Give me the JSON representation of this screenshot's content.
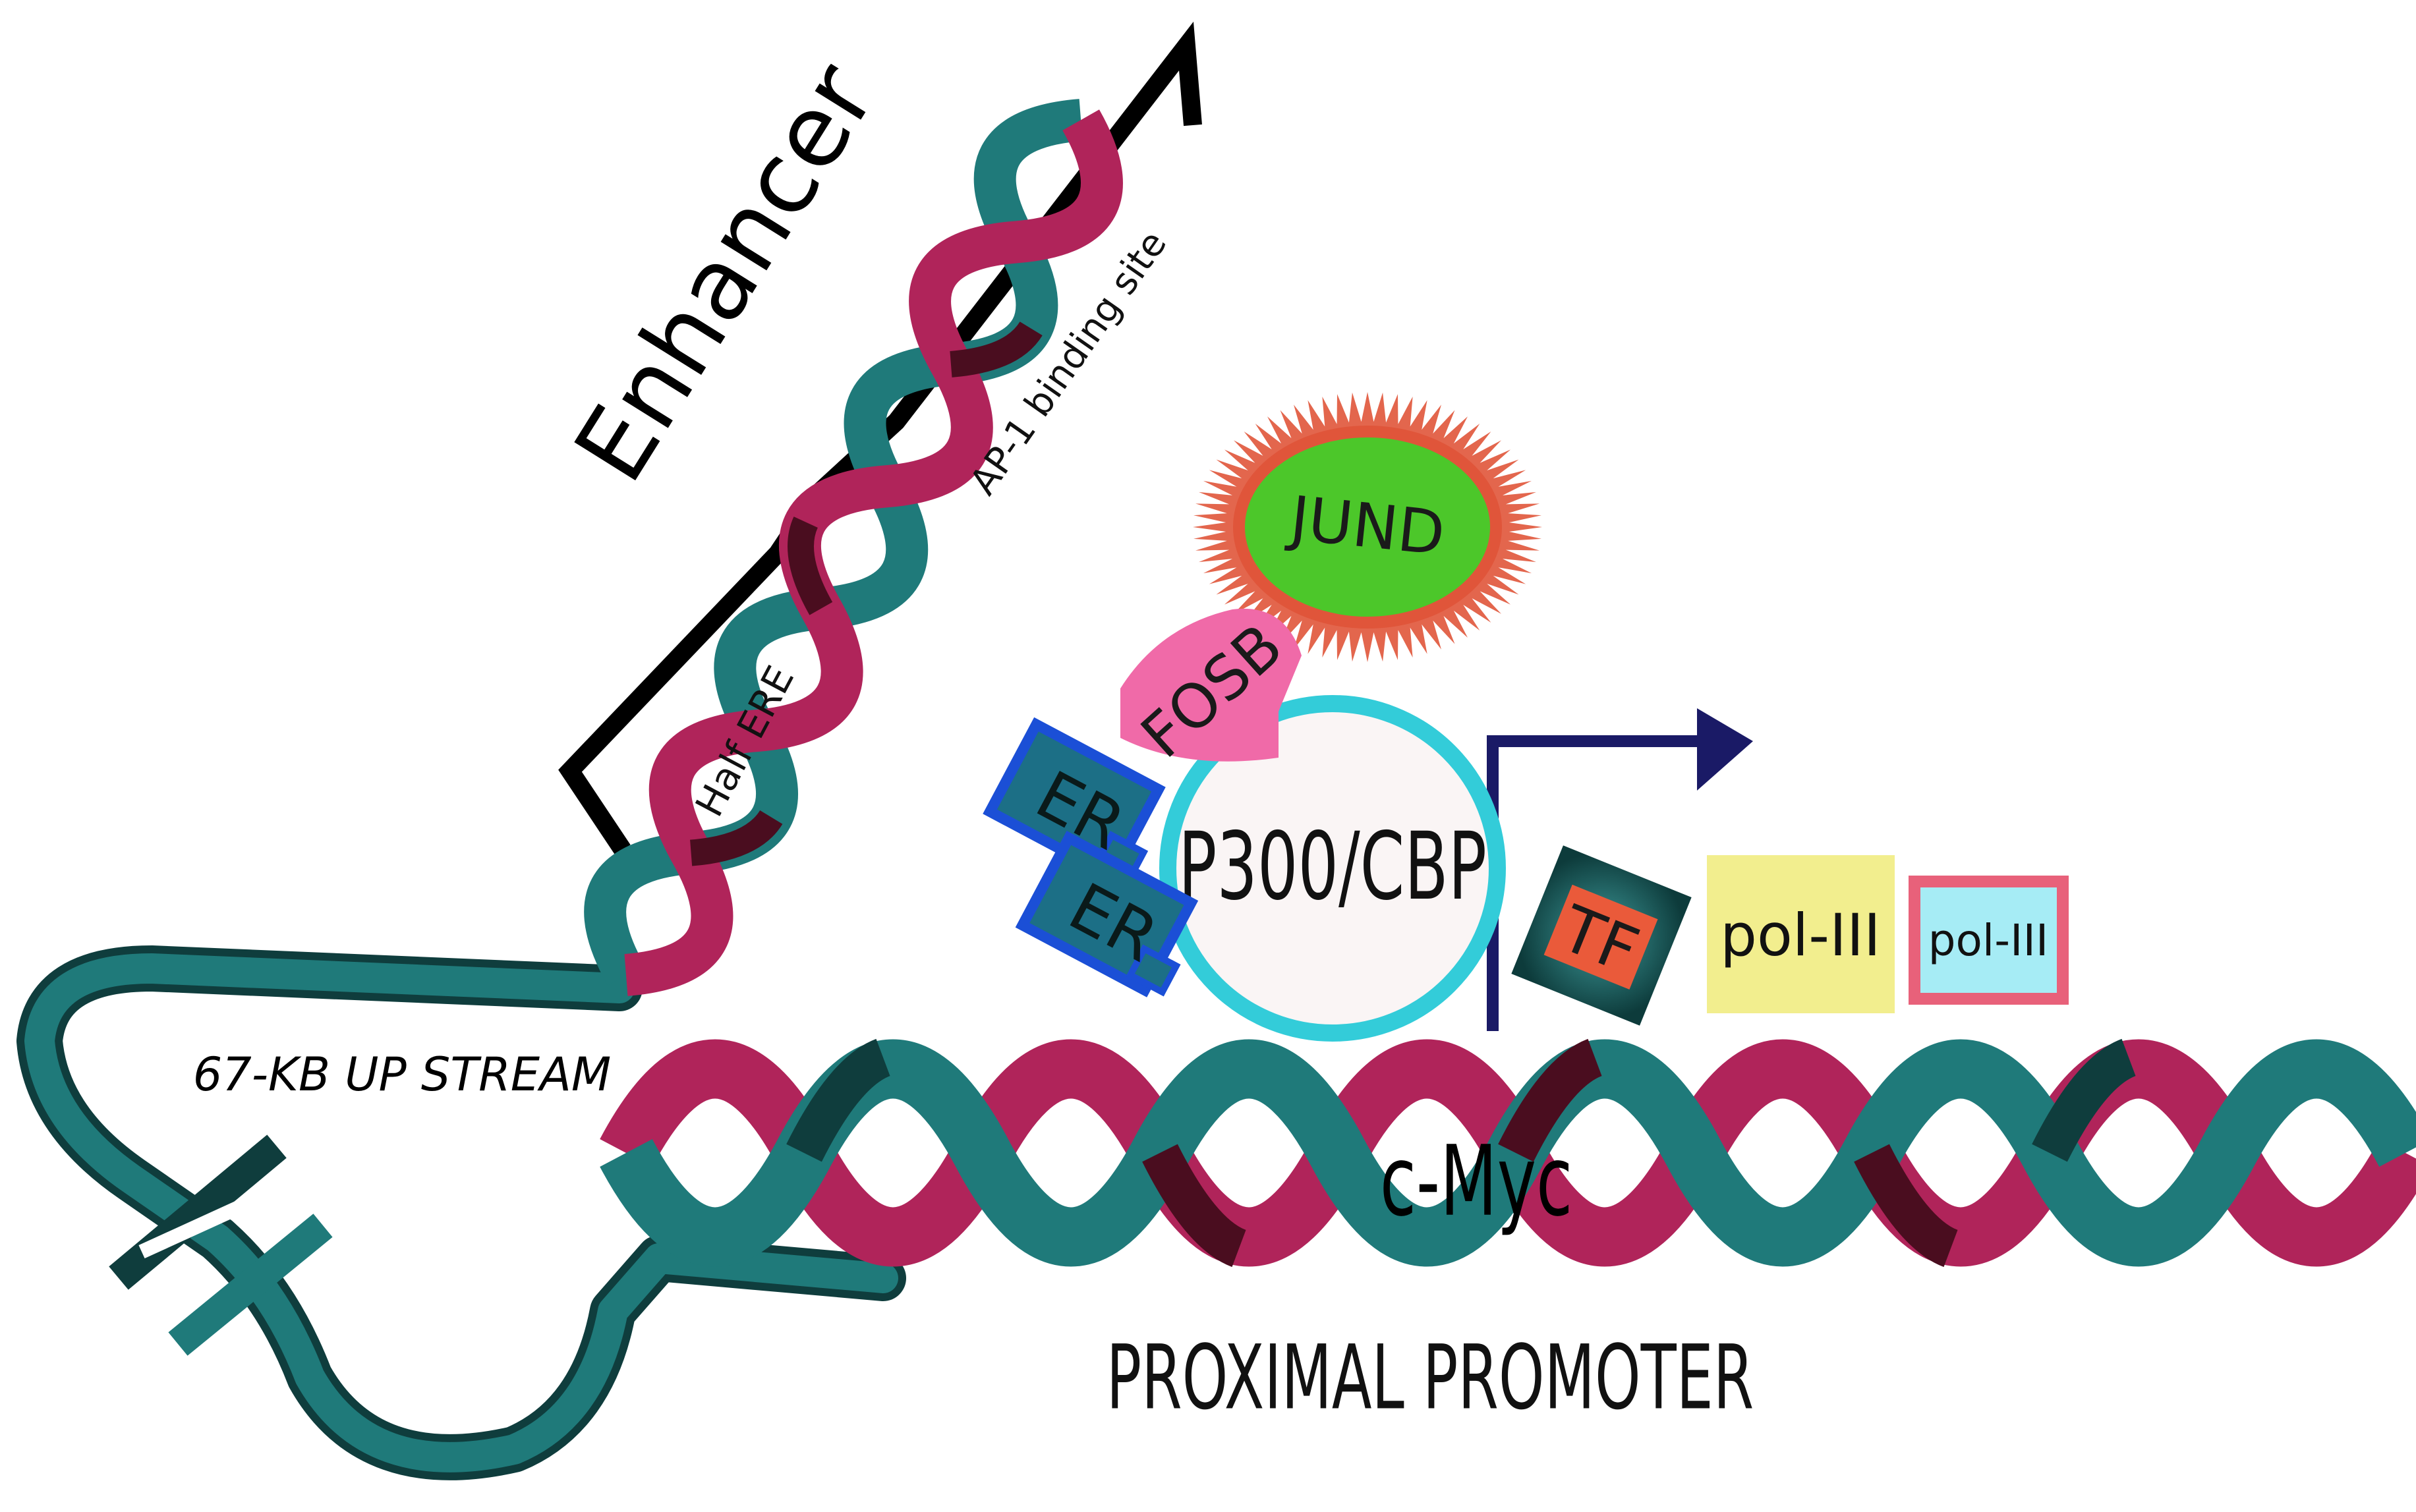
{
  "labels": {
    "enhancer": "Enhancer",
    "ap1_site": "AP-1 binding site",
    "half_ere": "Half ERE",
    "jund": "JUND",
    "fosb": "FOSB",
    "er1": "ER",
    "er2": "ER",
    "p300": "P300/CBP",
    "tf": "TF",
    "pol_a": "pol-III",
    "pol_b": "pol-III",
    "upstream": "67-KB UP STREAM",
    "cmyc": "c-Myc",
    "promoter": "PROXIMAL PROMOTER"
  },
  "colors": {
    "teal": "#1f7a7a",
    "teal_dark": "#0f3d3d",
    "crimson": "#b0245a",
    "crimson_dark": "#4a0d1f",
    "jund_fill": "#4cc72a",
    "jund_spikes": "#e0553a",
    "fosb_fill": "#f06aa8",
    "er_fill": "#1c6f86",
    "er_border": "#1b4fd6",
    "p300_ring": "#33ccd9",
    "p300_fill": "#faf5f5",
    "arrow": "#1a1a66",
    "tf_fill": "#ea5a3a",
    "pol_a_fill": "#f2ee8e",
    "pol_b_fill": "#a6ecf5",
    "pol_b_border": "#e8617a"
  }
}
